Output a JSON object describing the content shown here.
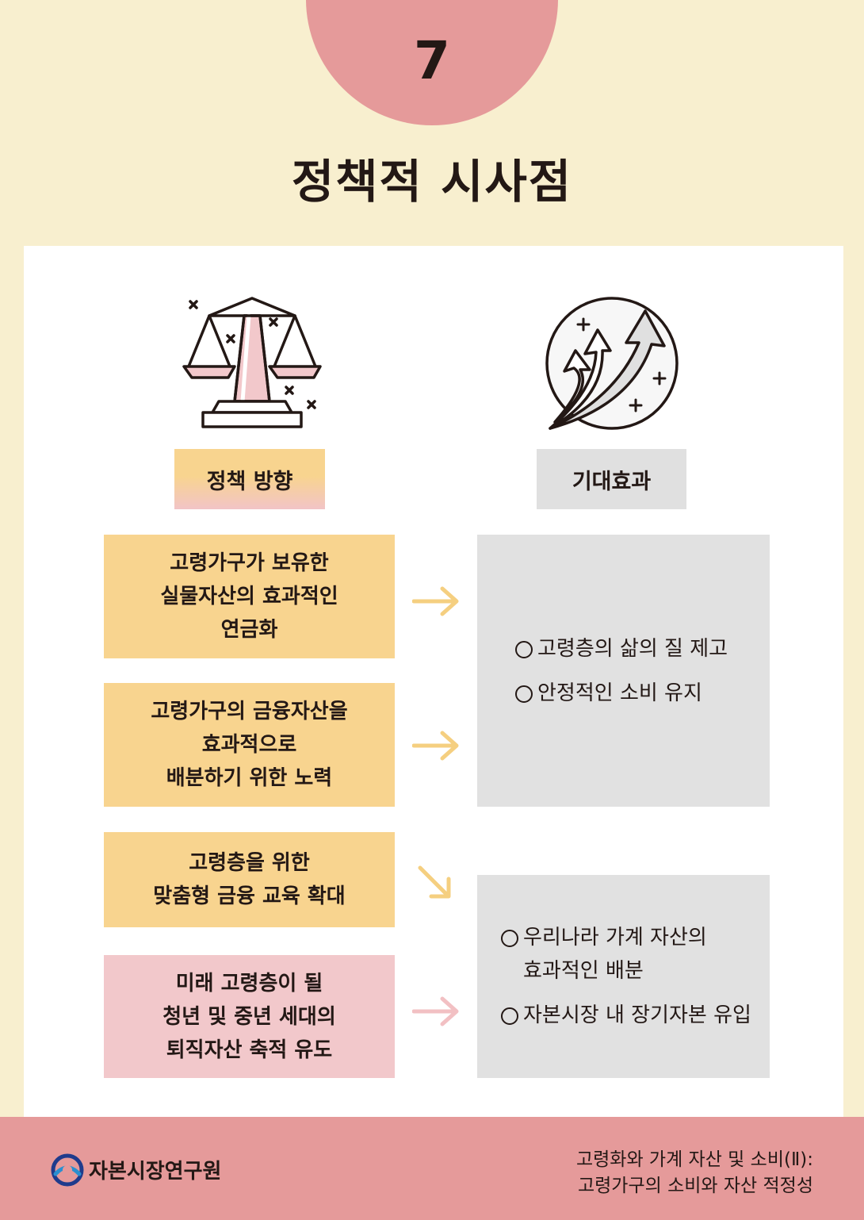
{
  "section": {
    "number": "7",
    "title": "정책적 시사점"
  },
  "headers": {
    "policy": "정책 방향",
    "effect": "기대효과"
  },
  "policies": [
    {
      "text": "고령가구가 보유한\n실물자산의 효과적인\n연금화",
      "color": "#f8d48f"
    },
    {
      "text": "고령가구의 금융자산을\n효과적으로\n배분하기 위한 노력",
      "color": "#f8d48f"
    },
    {
      "text": "고령층을 위한\n맞춤형 금융 교육 확대",
      "color": "#f8d48f"
    },
    {
      "text": "미래 고령층이 될\n청년 및 중년 세대의\n퇴직자산 축적 유도",
      "color": "#f2c8cb"
    }
  ],
  "effects": [
    {
      "items": [
        "고령층의 삶의 질 제고",
        "안정적인 소비 유지"
      ]
    },
    {
      "items": [
        "우리나라 가계 자산의\n효과적인 배분",
        "자본시장 내 장기자본 유입"
      ]
    }
  ],
  "icons": {
    "policy": "scales-icon",
    "effect": "growth-arrows-icon",
    "logo": "kcmi-logo-icon"
  },
  "footer": {
    "org_name": "자본시장연구원",
    "report_line1": "고령화와 가계 자산 및 소비(Ⅱ):",
    "report_line2": "고령가구의 소비와 자산 적정성"
  },
  "colors": {
    "background": "#f8efcf",
    "accent_pink": "#e59a9a",
    "policy_yellow": "#f8d48f",
    "policy_pink": "#f2c8cb",
    "effect_gray": "#e1e1e1"
  }
}
